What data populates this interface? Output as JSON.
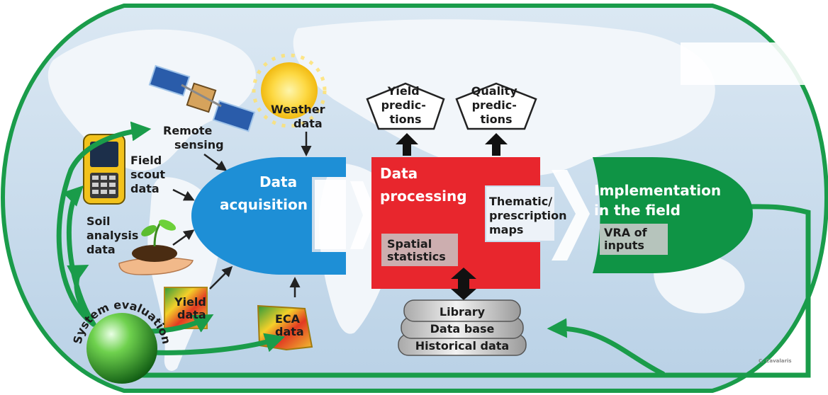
{
  "inputs": {
    "remote_sensing": [
      "Remote",
      "sensing"
    ],
    "weather_data": [
      "Weather",
      "data"
    ],
    "field_scout_data": [
      "Field",
      "scout",
      "data"
    ],
    "soil_analysis_data": [
      "Soil",
      "analysis",
      "data"
    ],
    "yield_data": [
      "Yield",
      "data"
    ],
    "eca_data": [
      "ECA",
      "data"
    ]
  },
  "stages": {
    "data_acquisition": [
      "Data",
      "acquisition"
    ],
    "data_processing": [
      "Data",
      "processing"
    ],
    "spatial_statistics": [
      "Spatial",
      "statistics"
    ],
    "thematic_maps": [
      "Thematic/",
      "prescription",
      "maps"
    ],
    "implementation": [
      "Implementation",
      "in the field"
    ],
    "vra_inputs": [
      "VRA of",
      "inputs"
    ]
  },
  "outputs": {
    "yield_predictions": [
      "Yield",
      "predic-",
      "tions"
    ],
    "quality_predictions": [
      "Quality",
      "predic-",
      "tions"
    ]
  },
  "storage": {
    "library": "Library",
    "data_base": "Data base",
    "historical_data": "Historical data"
  },
  "system_evaluation": "System evaluation",
  "credit": "C. Cavalaris",
  "colors": {
    "acquisition": "#1e8fd6",
    "processing": "#e8262d",
    "implementation": "#0f9445",
    "flow_arrows": "#1a9c4a",
    "ocean": "#c7dcec",
    "land": "#f4f7fb"
  }
}
